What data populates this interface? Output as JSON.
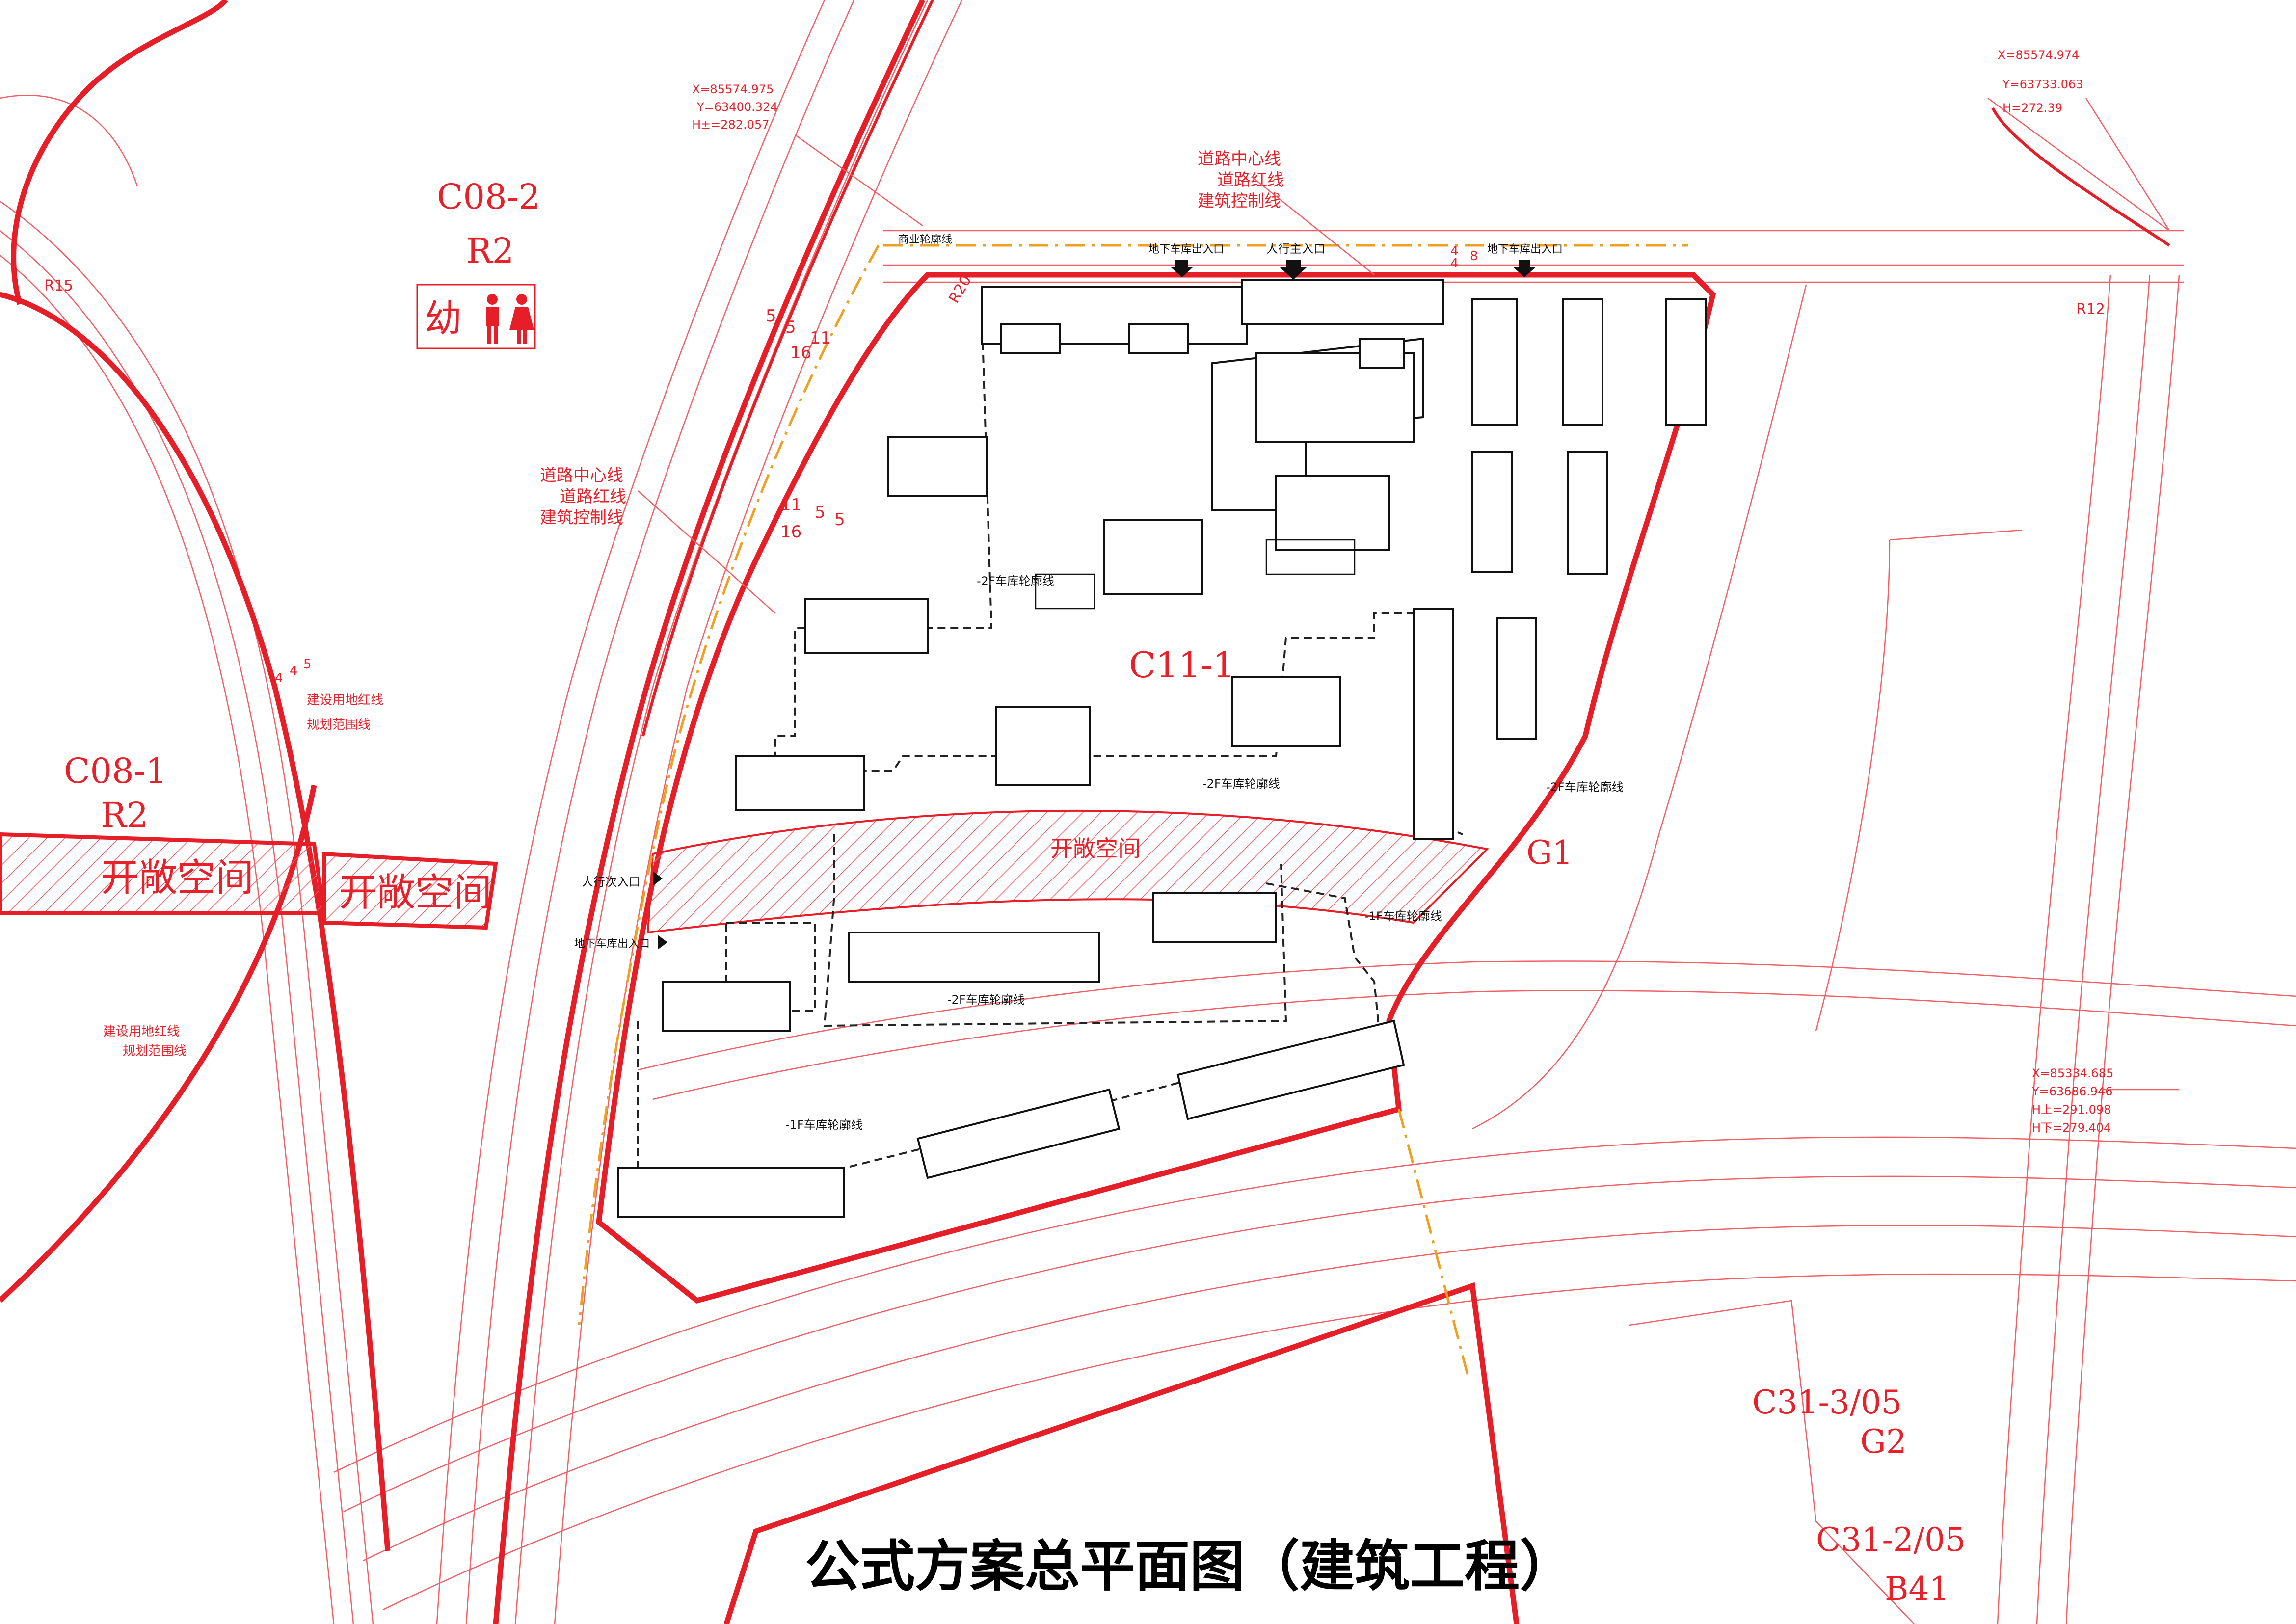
{
  "title": "公式方案总平面图（建筑工程）",
  "parcels": {
    "c08_2": {
      "code": "C08-2",
      "type": "R2",
      "kindergarten": "幼"
    },
    "c08_1": {
      "code": "C08-1",
      "type": "R2"
    },
    "c11_1": {
      "code": "C11-1"
    },
    "g1": {
      "code": "G1"
    },
    "c31_3": {
      "code": "C31-3/05",
      "type": "G2"
    },
    "c31_2": {
      "code": "C31-2/05",
      "type": "B41"
    }
  },
  "open_space": {
    "label": "开敞空间"
  },
  "road_legend": {
    "center_line": "道路中心线",
    "red_line": "道路红线",
    "building_control_line": "建筑控制线"
  },
  "boundary_legend": {
    "land_red_line": "建设用地红线",
    "planning_scope": "规划范围线"
  },
  "entrances": {
    "garage_entrance": "地下车库出入口",
    "main_pedestrian": "人行主入口",
    "secondary_pedestrian": "人行次入口",
    "commercial_outline": "商业轮廓线"
  },
  "garage_lines": {
    "b2": "-2F车库轮廓线",
    "b1": "-1F车库轮廓线"
  },
  "coordinates": {
    "top_left": {
      "x": "X=85574.975",
      "y": "Y=63400.324",
      "h": "H±=282.057"
    },
    "top_right": {
      "x": "X=85574.974",
      "y": "Y=63733.063",
      "h": "H=272.39"
    },
    "right": {
      "x": "X=85334.685",
      "y": "Y=63686.946",
      "h_up": "H上=291.098",
      "h_down": "H下=279.404"
    }
  },
  "radii": {
    "r15": "R15",
    "r20": "R20",
    "r12": "R12"
  },
  "dimensions": {
    "top_a": "5",
    "top_b": "5",
    "top_c": "11",
    "top_d": "16",
    "mid_a": "11",
    "mid_b": "5",
    "mid_c": "5",
    "mid_d": "16",
    "left_a": "4",
    "left_b": "4",
    "left_c": "5",
    "top_right_a": "4",
    "top_right_b": "4",
    "top_right_c": "8"
  },
  "icons": [
    "male-restroom-icon",
    "female-restroom-icon",
    "entrance-arrow-icon"
  ]
}
